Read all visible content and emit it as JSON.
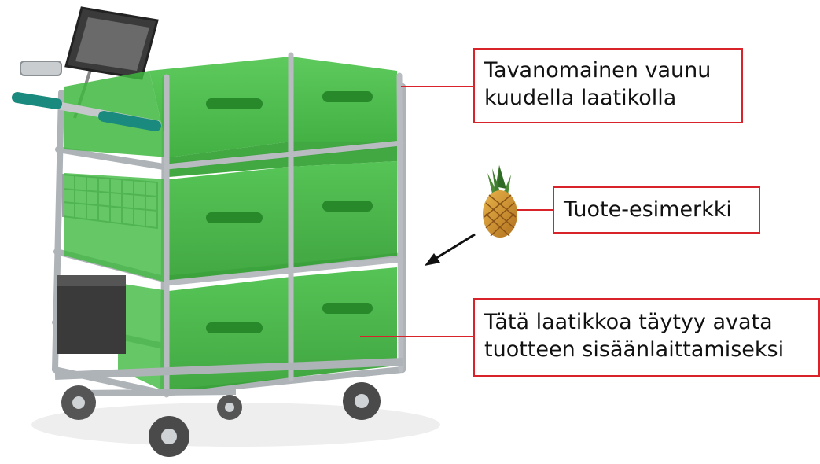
{
  "annotations": {
    "cart_description": {
      "line1": "Tavanomainen vaunu",
      "line2": "kuudella laatikolla"
    },
    "product_example": "Tuote-esimerkki",
    "box_instruction": {
      "line1": "Tätä laatikkoa täytyy avata",
      "line2": "tuotteen sisäänlaittamiseksi"
    }
  },
  "colors": {
    "callout_border": "#d8232a",
    "box_fill": "#3cb43c",
    "frame": "#b8bcc0",
    "handle": "#1a8a7e",
    "arrow": "#111111"
  }
}
